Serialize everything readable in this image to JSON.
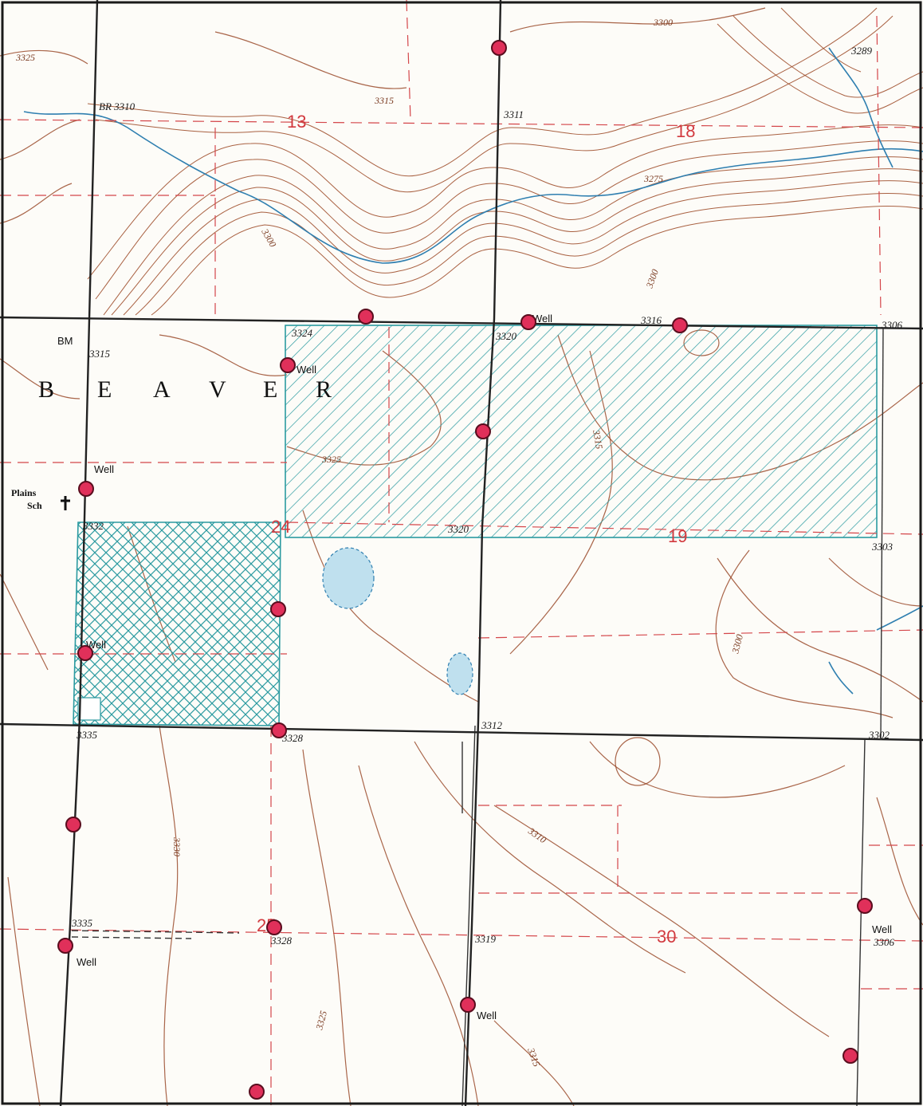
{
  "map": {
    "region_label": [
      "B",
      "E",
      "A",
      "V",
      "E",
      "R"
    ],
    "school_label_line1": "Plains",
    "school_label_line2": "Sch",
    "bench_mark": "BM",
    "bench_mark_elev": "3315",
    "spot_label": "BR 3310",
    "section_numbers": [
      "13",
      "18",
      "24",
      "19",
      "25",
      "30"
    ],
    "elevations": [
      "3289",
      "3311",
      "3324",
      "3320",
      "3316",
      "3306",
      "3332",
      "3320",
      "3303",
      "3335",
      "3328",
      "3312",
      "3302",
      "3335",
      "3328",
      "3319",
      "3306"
    ],
    "contour_labels": [
      "3325",
      "3300",
      "3315",
      "3275",
      "3300",
      "3300",
      "3315",
      "3325",
      "3300",
      "3330",
      "3310",
      "3325",
      "3315"
    ],
    "well_labels": [
      "Well",
      "Well",
      "Well",
      "Well",
      "Well",
      "Well",
      "Well"
    ],
    "colors": {
      "hatch": "#2b9aa0",
      "marker": "#e0305a",
      "contour": "#9a4a2a",
      "section_line": "#d4464a",
      "water": "#2f7fb0"
    }
  }
}
